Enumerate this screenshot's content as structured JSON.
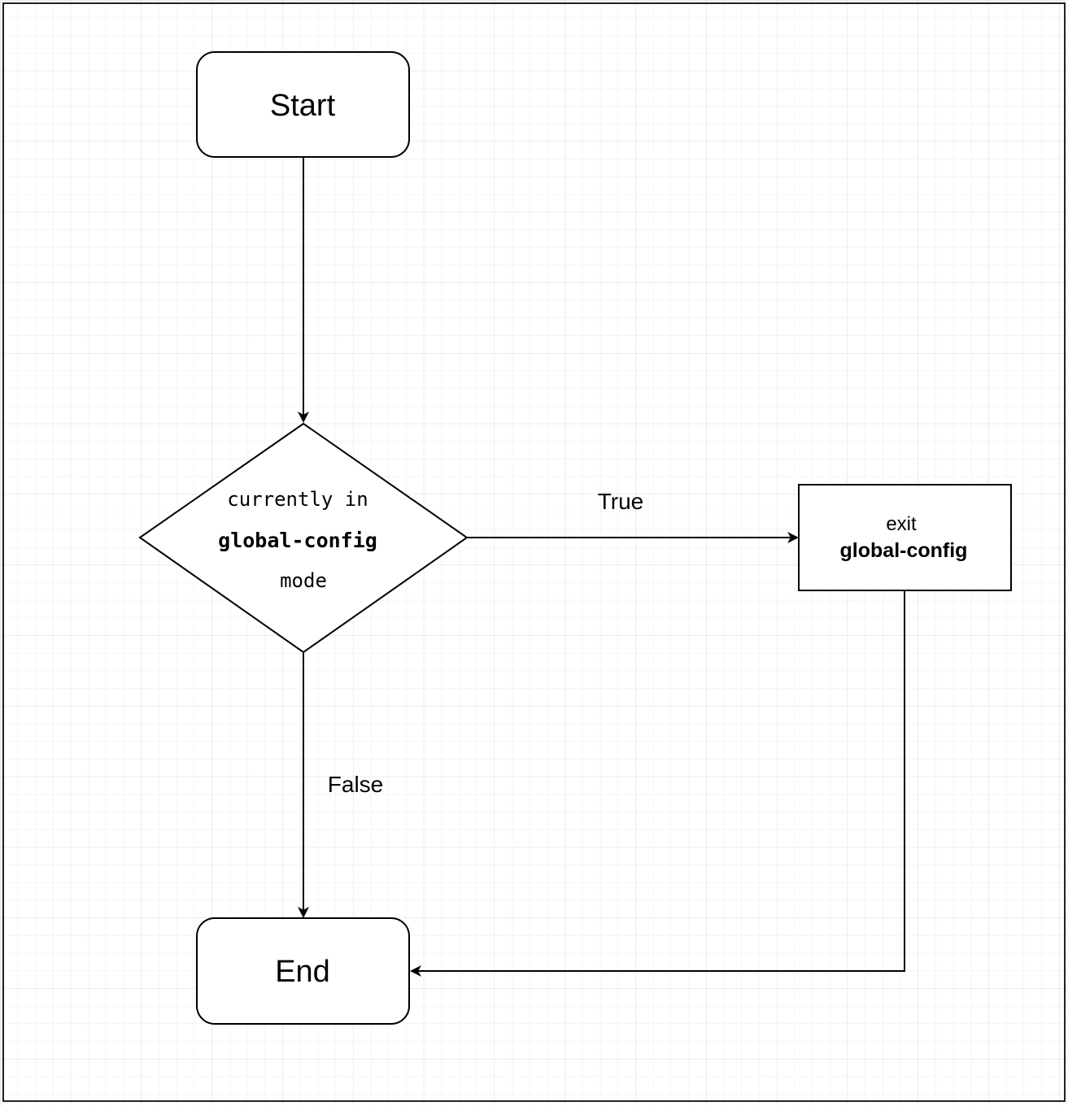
{
  "diagram": {
    "start": {
      "label": "Start"
    },
    "decision": {
      "line1": "currently in",
      "line2": "global-config",
      "line3": "mode"
    },
    "action": {
      "line1": "exit",
      "line2": "global-config"
    },
    "end": {
      "label": "End"
    },
    "edges": {
      "true_label": "True",
      "false_label": "False"
    }
  }
}
